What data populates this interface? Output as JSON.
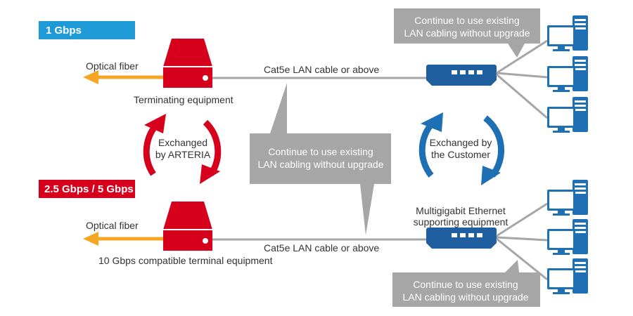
{
  "speeds": {
    "top": "1 Gbps",
    "bottom": "2.5 Gbps / 5 Gbps"
  },
  "labels": {
    "optical_fiber_top": "Optical fiber",
    "optical_fiber_bottom": "Optical fiber",
    "cable_top": "Cat5e LAN cable or above",
    "cable_bottom": "Cat5e LAN cable or above",
    "terminating_equipment": "Terminating equipment",
    "terminal_equipment_10g": "10 Gbps compatible terminal equipment",
    "multigigabit_line1": "Multigigabit Ethernet",
    "multigigabit_line2": "supporting equipment"
  },
  "exchange": {
    "arteria_line1": "Exchanged",
    "arteria_line2": "by ARTERIA",
    "customer_line1": "Exchanged by",
    "customer_line2": "the Customer"
  },
  "callouts": {
    "top_right_line1": "Continue to use existing",
    "top_right_line2": "LAN cabling without upgrade",
    "middle_line1": "Continue to use existing",
    "middle_line2": "LAN cabling without upgrade",
    "bottom_right_line1": "Continue to use existing",
    "bottom_right_line2": "LAN cabling without upgrade"
  },
  "colors": {
    "blue_badge": "#1e9ad6",
    "red_badge": "#d6001c",
    "red_equipment": "#d6001c",
    "blue_equipment": "#1f5fa0",
    "fiber_orange": "#f5a623",
    "cable_gray": "#a6a6a6",
    "callout_gray": "#a6a6a6",
    "text_dark": "#333333"
  }
}
